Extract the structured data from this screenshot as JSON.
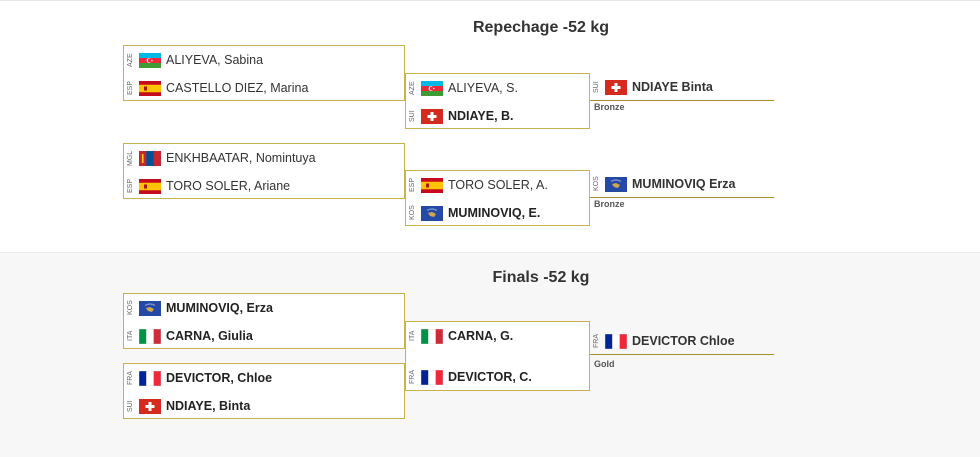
{
  "repechage": {
    "title": "Repechage -52 kg",
    "bracket1": {
      "r1": [
        {
          "code": "AZE",
          "flag": "aze",
          "name": "ALIYEVA, Sabina"
        },
        {
          "code": "ESP",
          "flag": "esp",
          "name": "CASTELLO DIEZ, Marina"
        }
      ],
      "r2": [
        {
          "code": "AZE",
          "flag": "aze",
          "name": "ALIYEVA, S."
        },
        {
          "code": "SUI",
          "flag": "sui",
          "name": "NDIAYE, B."
        }
      ],
      "result": {
        "code": "SUI",
        "flag": "sui",
        "name": "NDIAYE Binta",
        "medal": "Bronze"
      }
    },
    "bracket2": {
      "r1": [
        {
          "code": "MGL",
          "flag": "mgl",
          "name": "ENKHBAATAR, Nomintuya"
        },
        {
          "code": "ESP",
          "flag": "esp",
          "name": "TORO SOLER, Ariane"
        }
      ],
      "r2": [
        {
          "code": "ESP",
          "flag": "esp",
          "name": "TORO SOLER, A."
        },
        {
          "code": "KOS",
          "flag": "kos",
          "name": "MUMINOVIQ, E."
        }
      ],
      "result": {
        "code": "KOS",
        "flag": "kos",
        "name": "MUMINOVIQ Erza",
        "medal": "Bronze"
      }
    }
  },
  "finals": {
    "title": "Finals -52 kg",
    "semi1": [
      {
        "code": "KOS",
        "flag": "kos",
        "name": "MUMINOVIQ, Erza"
      },
      {
        "code": "ITA",
        "flag": "ita",
        "name": "CARNA, Giulia"
      }
    ],
    "semi2": [
      {
        "code": "FRA",
        "flag": "fra",
        "name": "DEVICTOR, Chloe"
      },
      {
        "code": "SUI",
        "flag": "sui",
        "name": "NDIAYE, Binta"
      }
    ],
    "final": [
      {
        "code": "ITA",
        "flag": "ita",
        "name": "CARNA, G."
      },
      {
        "code": "FRA",
        "flag": "fra",
        "name": "DEVICTOR, C."
      }
    ],
    "result": {
      "code": "FRA",
      "flag": "fra",
      "name": "DEVICTOR Chloe",
      "medal": "Gold"
    }
  }
}
